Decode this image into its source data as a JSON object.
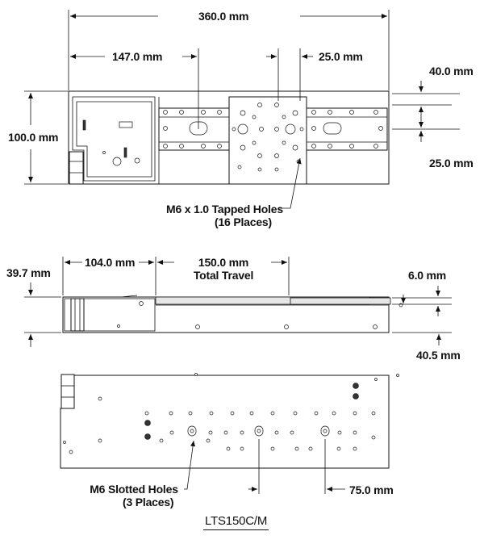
{
  "top_view": {
    "overall_width": "360.0 mm",
    "offset_left": "147.0 mm",
    "hole_pitch": "25.0 mm",
    "height": "100.0 mm",
    "edge_offset": "40.0 mm",
    "hole_row_spacing": "25.0 mm",
    "callout_line1": "M6 x 1.0 Tapped Holes",
    "callout_line2": "(16 Places)"
  },
  "side_view": {
    "left_length": "104.0 mm",
    "travel_value": "150.0 mm",
    "travel_label": "Total Travel",
    "carriage_height": "6.0 mm",
    "body_height": "39.7 mm",
    "total_height": "40.5 mm"
  },
  "bottom_view": {
    "callout_line1": "M6 Slotted Holes",
    "callout_line2": "(3 Places)",
    "slot_pitch": "75.0 mm"
  },
  "part_number": "LTS150C/M"
}
